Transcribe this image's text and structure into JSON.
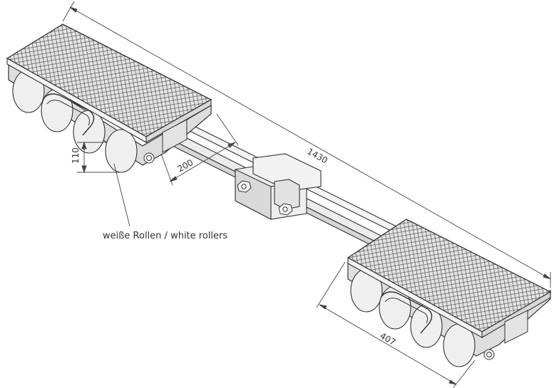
{
  "dimensions": {
    "overall_length": "1430",
    "pad_length": "407",
    "rail_spacing": "200",
    "height": "110"
  },
  "callout": {
    "label": "weiße Rollen / white rollers"
  },
  "colors": {
    "line": "#333333",
    "fill_light": "#e9e9e9",
    "fill_mid": "#cfcfcf",
    "background": "#ffffff"
  }
}
